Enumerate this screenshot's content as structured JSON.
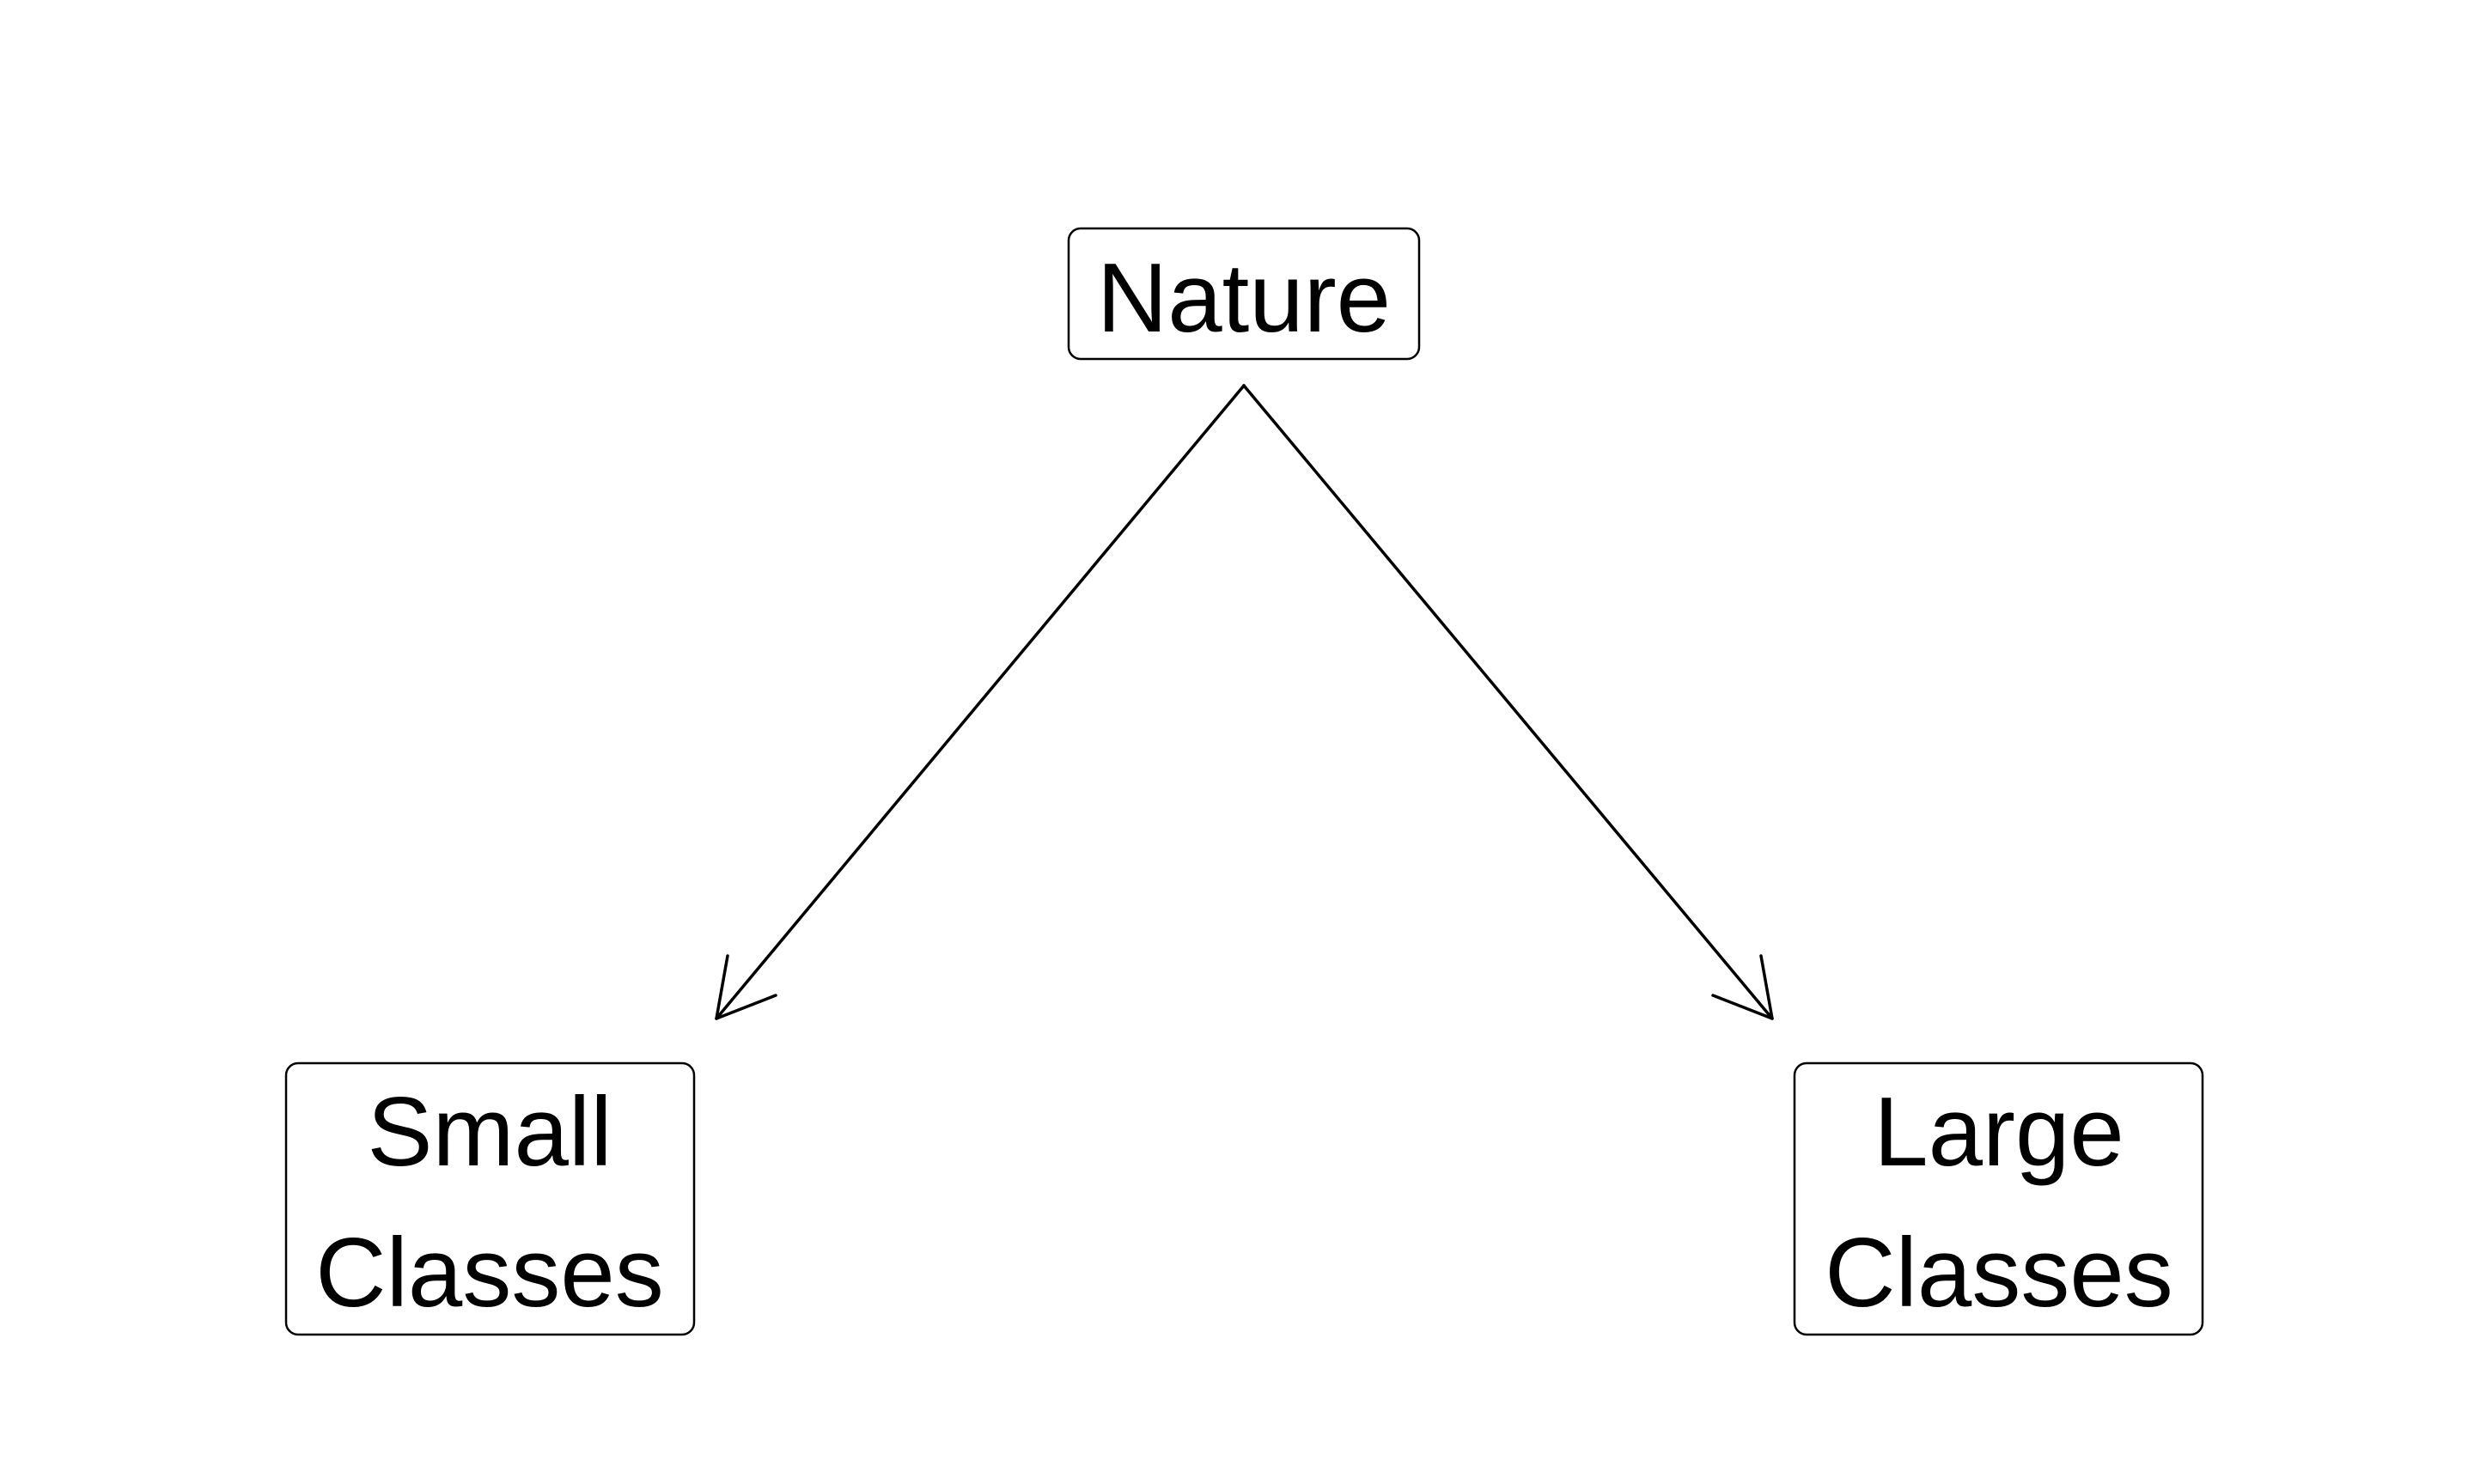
{
  "nodes": [
    {
      "id": "nature",
      "lines": [
        "Nature"
      ]
    },
    {
      "id": "small",
      "lines": [
        "Small",
        "Classes"
      ]
    },
    {
      "id": "large",
      "lines": [
        "Large",
        "Classes"
      ]
    }
  ],
  "edges": [
    {
      "from": "nature",
      "to": "small"
    },
    {
      "from": "nature",
      "to": "large"
    }
  ],
  "colors": {
    "stroke": "#000000",
    "background": "#ffffff",
    "text": "#000000"
  }
}
